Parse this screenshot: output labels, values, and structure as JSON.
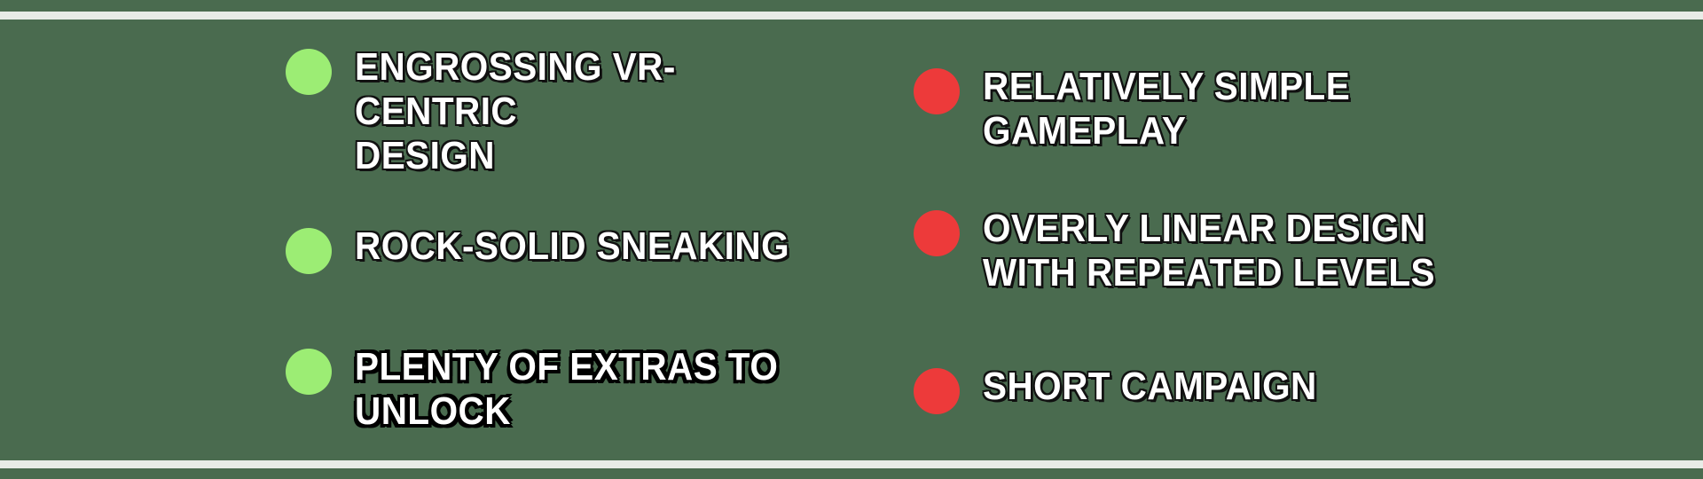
{
  "theme": {
    "background_color": "#4a6b4f",
    "rule_color": "#e8ece7",
    "pro_bullet_color": "#9ced74",
    "con_bullet_color": "#ed3a3a",
    "text_color": "#ffffff",
    "text_outline_color": "#111111"
  },
  "verdict": {
    "pros": [
      {
        "id": "pro-1",
        "label": "ENGROSSING VR-CENTRIC\nDESIGN",
        "bullet": "green-circle-bullet-icon"
      },
      {
        "id": "pro-2",
        "label": "ROCK-SOLID SNEAKING",
        "bullet": "green-circle-bullet-icon"
      },
      {
        "id": "pro-3",
        "label": "PLENTY OF EXTRAS TO\nUNLOCK",
        "bullet": "green-circle-bullet-icon"
      }
    ],
    "cons": [
      {
        "id": "con-1",
        "label": "RELATIVELY SIMPLE\nGAMEPLAY",
        "bullet": "red-circle-bullet-icon"
      },
      {
        "id": "con-2",
        "label": "OVERLY LINEAR DESIGN\nWITH REPEATED LEVELS",
        "bullet": "red-circle-bullet-icon"
      },
      {
        "id": "con-3",
        "label": "SHORT CAMPAIGN",
        "bullet": "red-circle-bullet-icon"
      }
    ]
  }
}
